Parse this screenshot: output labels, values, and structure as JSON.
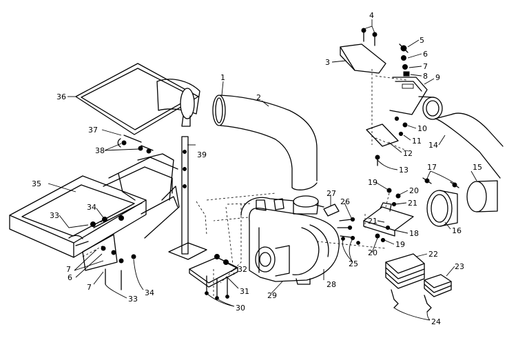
{
  "diagram": {
    "callouts": [
      "1",
      "2",
      "3",
      "4",
      "5",
      "6",
      "7",
      "8",
      "9",
      "10",
      "11",
      "12",
      "13",
      "14",
      "15",
      "16",
      "17",
      "18",
      "19",
      "20",
      "21",
      "22",
      "23",
      "24",
      "25",
      "26",
      "27",
      "28",
      "29",
      "30",
      "31",
      "32",
      "33",
      "34",
      "35",
      "36",
      "37",
      "38",
      "39"
    ],
    "duplicate_callouts": {
      "c33b": "33",
      "c34b": "34",
      "c6b": "6",
      "c7b": "7",
      "c7c": "7",
      "c19b": "19",
      "c20b": "20",
      "c21b": "21"
    }
  }
}
